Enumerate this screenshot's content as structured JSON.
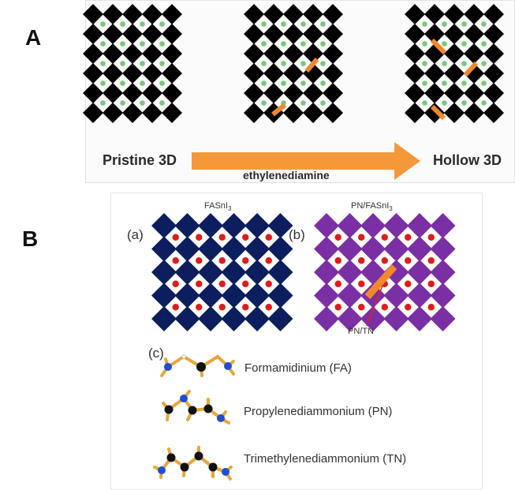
{
  "panel_a": {
    "letter": "A",
    "left_label": "Pristine 3D",
    "right_label": "Hollow 3D",
    "arrow_label": "ethylenediamine",
    "colors": {
      "octahedron": "#000000",
      "cation": "#79c77a",
      "spacer": "#f0882e",
      "arrow": "#f5983a"
    }
  },
  "panel_b": {
    "letter": "B",
    "sub_a": "(a)",
    "sub_b": "(b)",
    "sub_c": "(c)",
    "title_a_main": "FASnI",
    "title_a_sub": "3",
    "title_b_main": "PN/FASnI",
    "title_b_sub": "3",
    "pointer_label": "PN/TN",
    "molecules": [
      {
        "name": "Formamidinium  (FA)"
      },
      {
        "name": "Propylenediammonium (PN)"
      },
      {
        "name": "Trimethylenediammonium (TN)"
      }
    ],
    "colors": {
      "octahedron_a": "#0c1e5e",
      "octahedron_b": "#7b2fa5",
      "cation": "#e01b1b",
      "spacer": "#ee8a2a",
      "pointer": "#e02020",
      "carbon": "#111111",
      "nitrogen": "#1f4fd0",
      "hydrogen": "#f2f2f2",
      "bond": "#e8a63a"
    }
  }
}
